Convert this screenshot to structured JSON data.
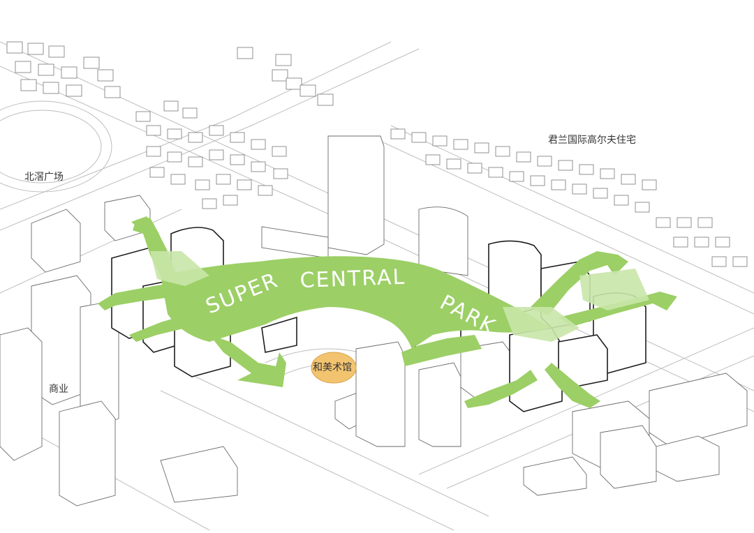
{
  "labels": {
    "junlan": "君兰国际高尔夫住宅",
    "beijiao": "北滘广场",
    "shangye": "商业",
    "museum": "和美术馆"
  },
  "park_words": [
    "SUPER",
    "CENTRAL",
    "PARK"
  ],
  "colors": {
    "park_green": "#9ccf66",
    "park_light": "#c9e6a8",
    "museum_orange": "#f3c470",
    "line_gray": "#6a6a6a"
  }
}
